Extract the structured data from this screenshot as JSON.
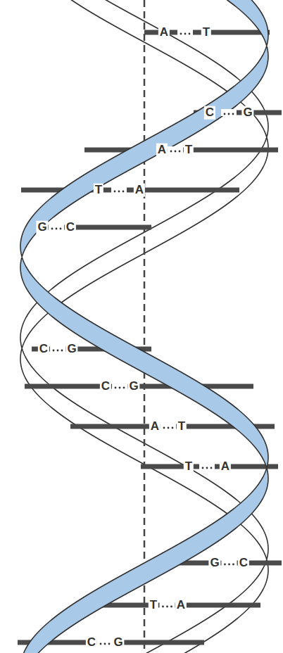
{
  "diagram": {
    "labels": [
      "A",
      "T",
      "C",
      "G",
      "A",
      "T",
      "T",
      "A",
      "G",
      "C",
      "C",
      "G",
      "C",
      "G",
      "A",
      "T",
      "T",
      "A",
      "G",
      "C",
      "T",
      "A",
      "C",
      "G"
    ]
  }
}
